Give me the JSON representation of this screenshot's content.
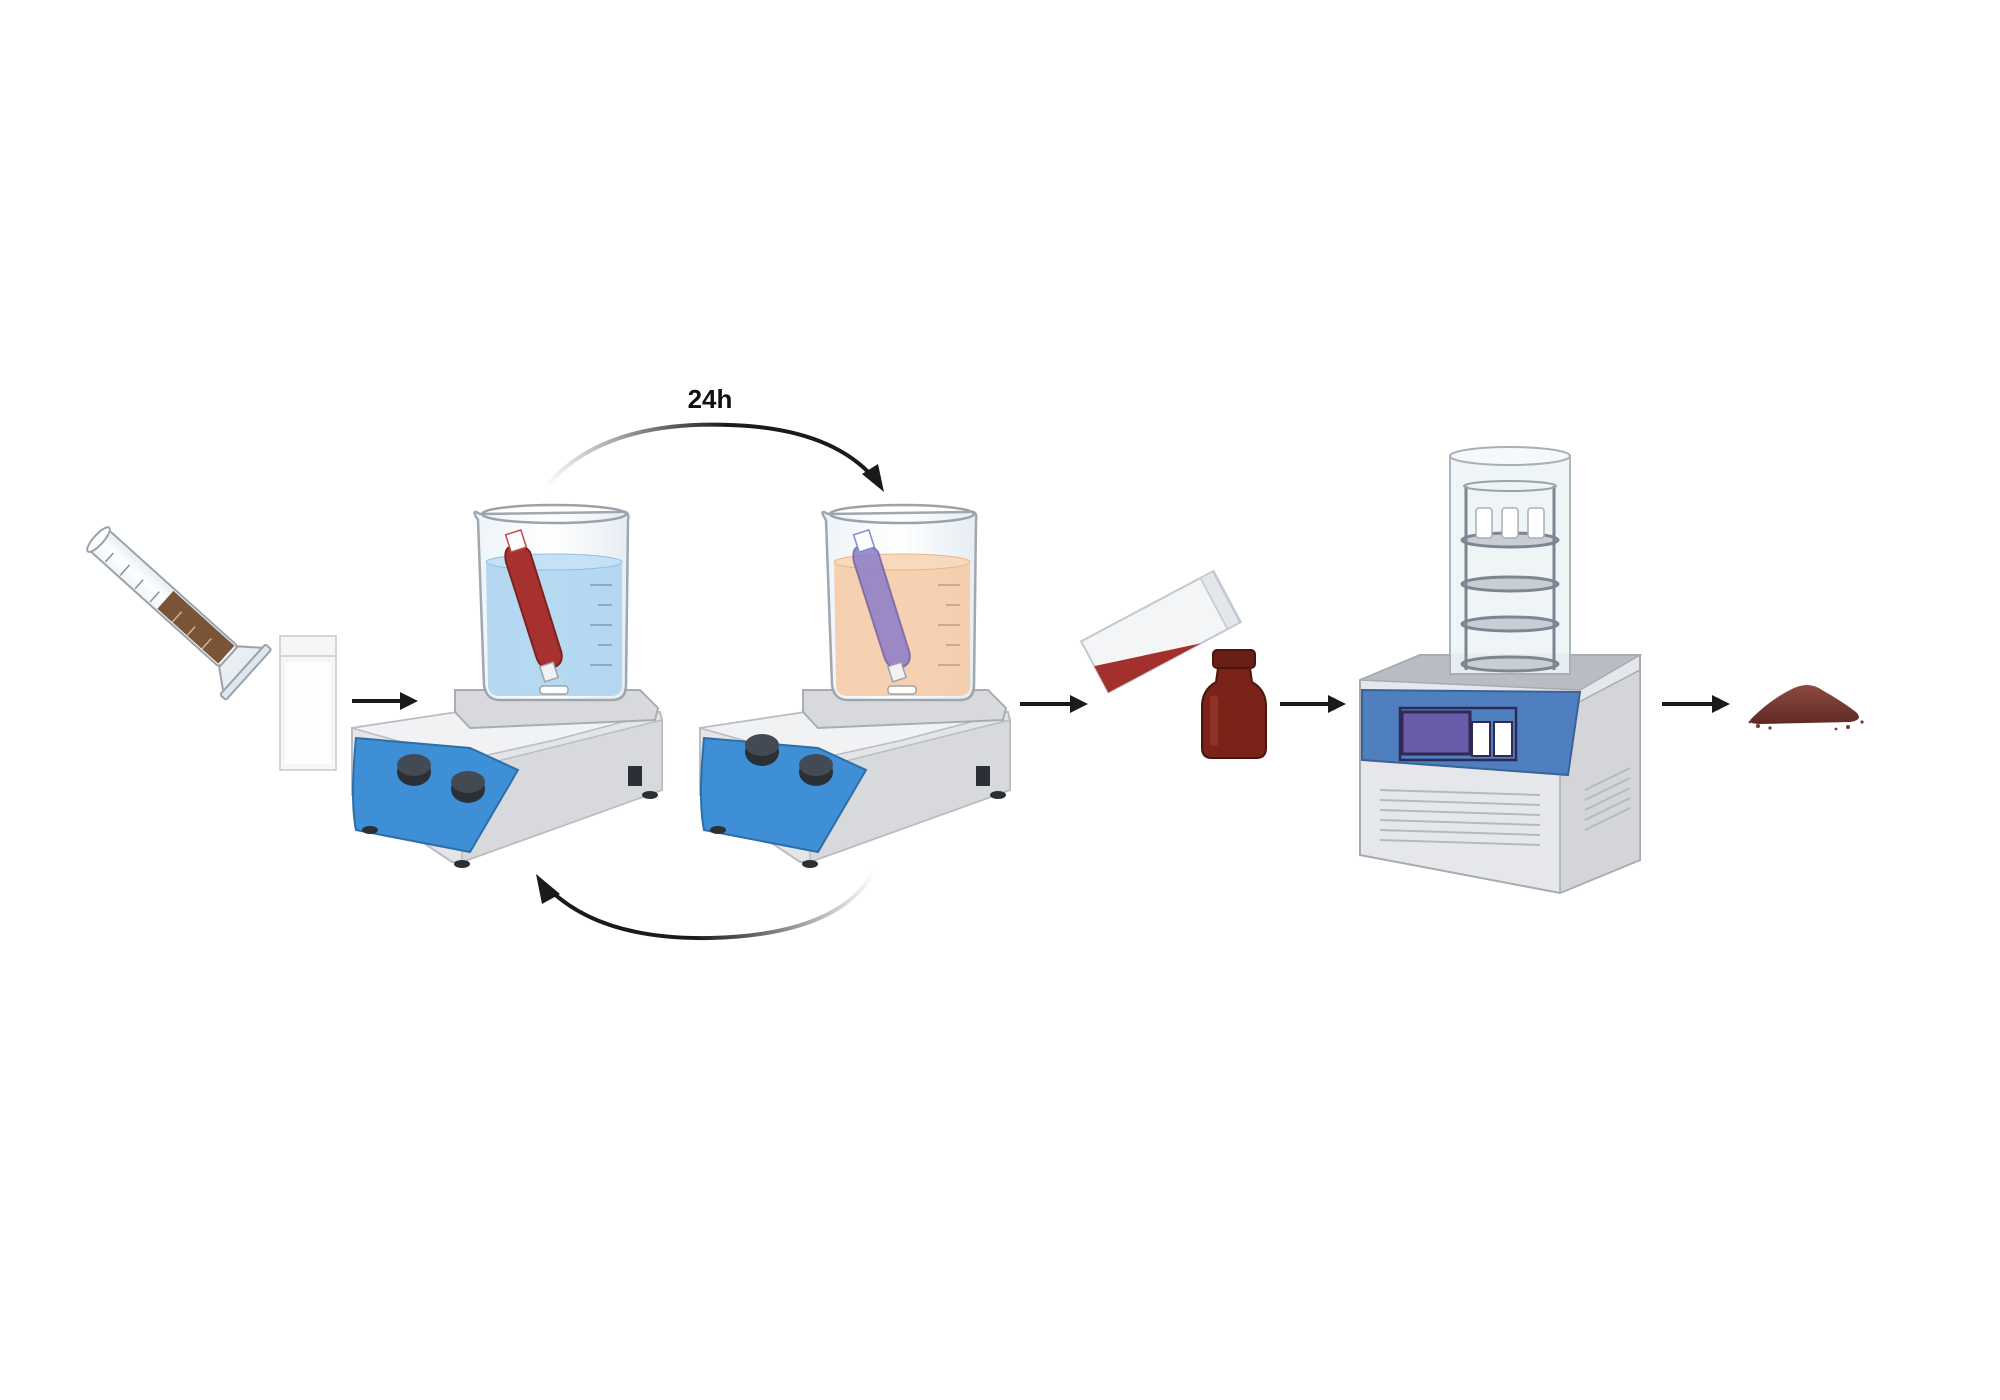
{
  "diagram": {
    "cycle_label": "24h",
    "colors": {
      "arrow": "#1a1a1a",
      "stirrer_body": "#e4e5e8",
      "stirrer_panel": "#3f8fd6",
      "knob": "#2b2f36",
      "water_blue": "#a9d2f0",
      "water_orange": "#f5c9a3",
      "dialysis_red": "#a7312f",
      "dialysis_purple": "#8d7cc9",
      "amber_vial": "#7a2419",
      "freeze_dryer_panel": "#4f7fbf",
      "screen": "#6a5ca8",
      "powder": "#7a3a32"
    },
    "steps": [
      {
        "id": "prep",
        "icon": "graduated-cylinder-and-dialysis-bag"
      },
      {
        "id": "dialysis-water",
        "icon": "magnetic-stirrer-beaker-water"
      },
      {
        "id": "dialysis-buffer",
        "icon": "magnetic-stirrer-beaker-buffer"
      },
      {
        "id": "transfer",
        "icon": "pour-into-amber-vial"
      },
      {
        "id": "lyophilize",
        "icon": "freeze-dryer"
      },
      {
        "id": "product",
        "icon": "powder-pile"
      }
    ]
  }
}
